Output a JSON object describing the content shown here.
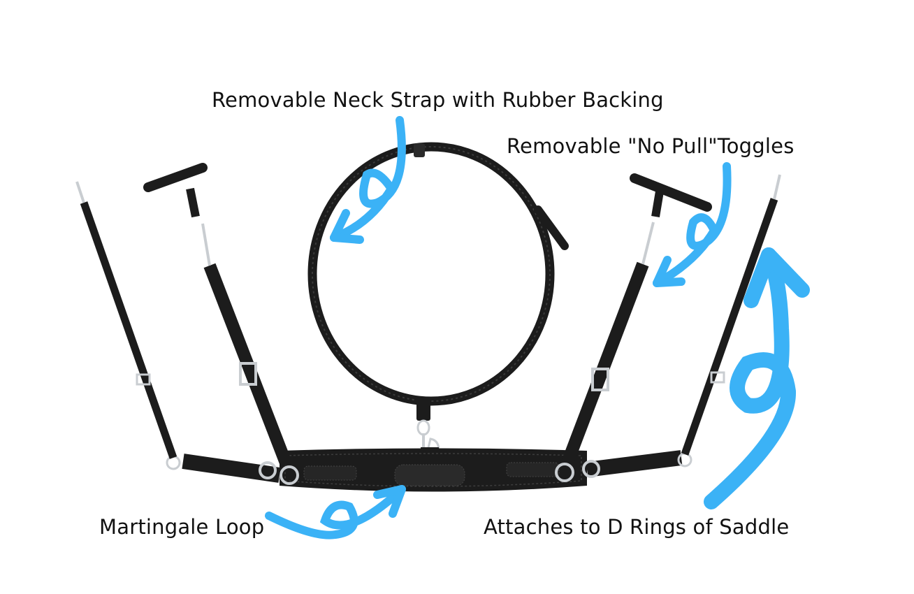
{
  "image": {
    "subject": "Black leather breastplate with removable neck strap and toggles",
    "background": "#ffffff"
  },
  "annotations": {
    "neck_strap": {
      "text": "Removable Neck Strap with Rubber Backing"
    },
    "toggles": {
      "text": "Removable \"No Pull\"Toggles"
    },
    "martingale": {
      "text": "Martingale Loop"
    },
    "d_rings": {
      "text": "Attaches to D Rings of Saddle"
    }
  },
  "colors": {
    "arrow": "#3bb2f6",
    "leather": "#1c1c1c",
    "metal": "#c9cdd1",
    "text": "#111111"
  }
}
